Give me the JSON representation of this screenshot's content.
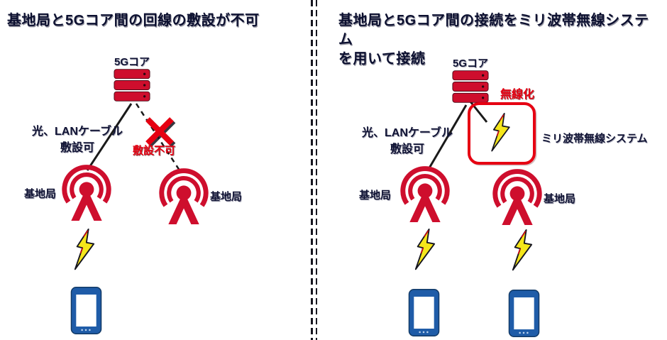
{
  "diagram": {
    "left_panel": {
      "title": "基地局と5Gコア間の回線の敷設が不可",
      "core_label": "5Gコア",
      "cable_note_line1": "光、LANケーブル",
      "cable_note_line2": "敷設可",
      "blocked_label": "敷設不可",
      "left_station_label": "基地局",
      "right_station_label": "基地局"
    },
    "right_panel": {
      "title_line1": "基地局と5Gコア間の接続をミリ波帯無線システム",
      "title_line2": "を用いて接続",
      "core_label": "5Gコア",
      "wireless_label": "無線化",
      "cable_note_line1": "光、LANケーブル",
      "cable_note_line2": "敷設可",
      "mmwave_label": "ミリ波帯無線システム",
      "left_station_label": "基地局",
      "right_station_label": "基地局"
    },
    "icons": {
      "core": "server-stack-icon",
      "station": "antenna-tower-icon",
      "bolt": "lightning-bolt-icon",
      "phone": "smartphone-icon",
      "blocked": "x-mark-icon",
      "mmwave": "wireless-link-box"
    },
    "colors": {
      "accent_red": "#CE0E2D",
      "bright_red": "#E60012",
      "text_navy": "#101334",
      "phone_blue": "#1F5CA8",
      "bolt_yellow": "#F5E61A",
      "line_black": "#1A1A1A"
    }
  }
}
